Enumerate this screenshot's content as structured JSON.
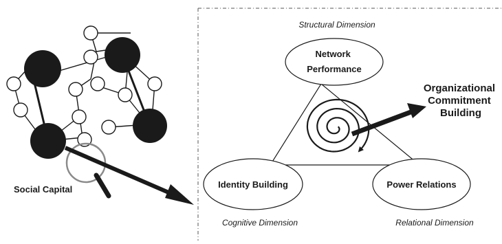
{
  "network": {
    "label": "Social Capital"
  },
  "dimensions": {
    "structural": "Structural Dimension",
    "cognitive": "Cognitive Dimension",
    "relational": "Relational Dimension"
  },
  "nodes": {
    "top_line1": "Network",
    "top_line2": "Performance",
    "left": "Identity Building",
    "right": "Power Relations"
  },
  "outcome": {
    "line1": "Organizational",
    "line2": "Commitment",
    "line3": "Building"
  }
}
